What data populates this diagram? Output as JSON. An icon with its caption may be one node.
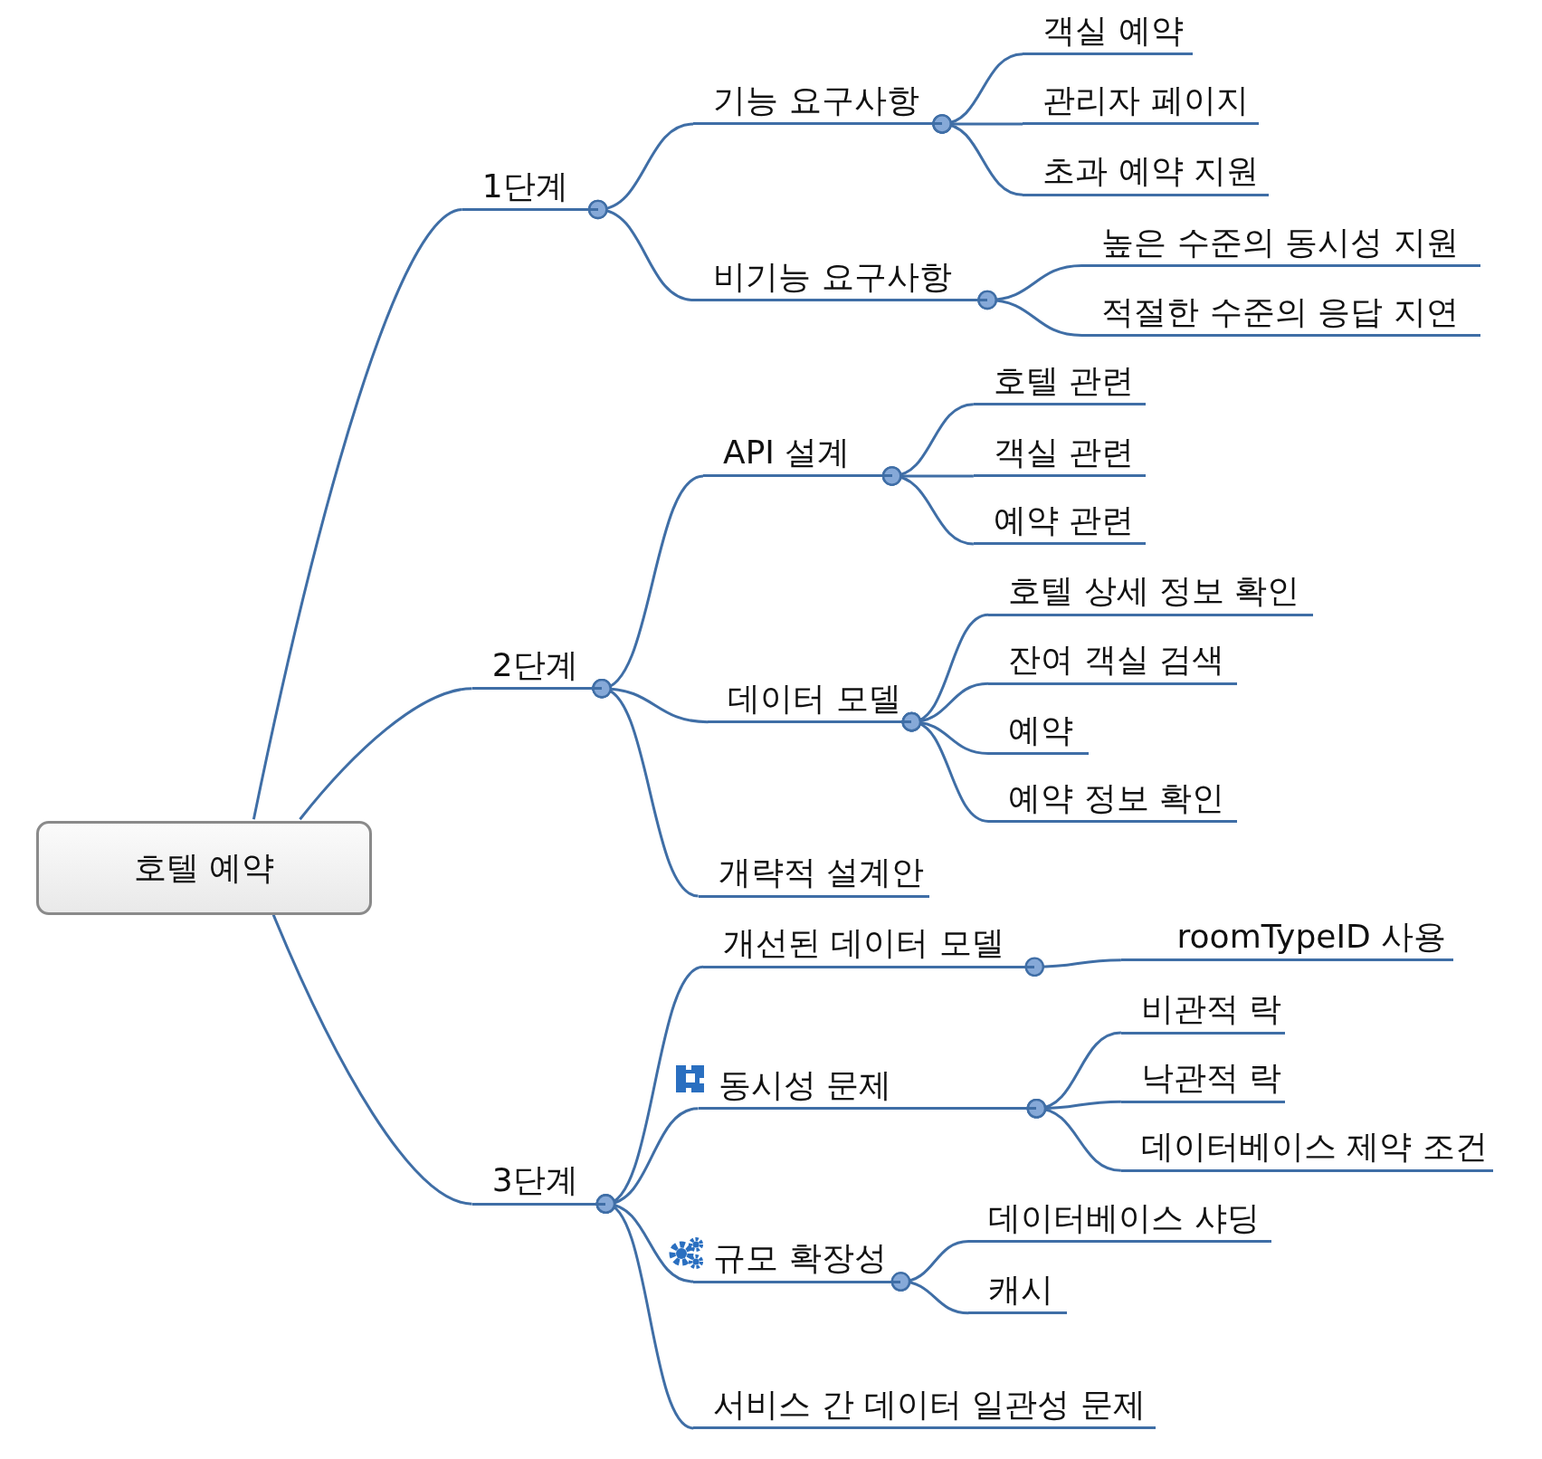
{
  "diagram": {
    "nodes": [
      {
        "text": [
          "호텔 예약"
        ]
      },
      {
        "text": [
          "1단계"
        ]
      },
      {
        "text": [
          "기능 요구사항"
        ]
      },
      {
        "text": [
          "객실 예약"
        ]
      },
      {
        "text": [
          "관리자 페이지"
        ]
      },
      {
        "text": [
          "초과 예약 지원"
        ]
      },
      {
        "text": [
          "비기능 요구사항"
        ]
      },
      {
        "text": [
          "높은 수준의 동시성 지원"
        ]
      },
      {
        "text": [
          "적절한 수준의 응답 지연"
        ]
      },
      {
        "text": [
          "2단계"
        ]
      },
      {
        "text": [
          "API 설계"
        ]
      },
      {
        "text": [
          "호텔 관련"
        ]
      },
      {
        "text": [
          "객실 관련"
        ]
      },
      {
        "text": [
          "예약 관련"
        ]
      },
      {
        "text": [
          "데이터 모델"
        ]
      },
      {
        "text": [
          "호텔 상세 정보 확인"
        ]
      },
      {
        "text": [
          "잔여 객실 검색"
        ]
      },
      {
        "text": [
          "예약"
        ]
      },
      {
        "text": [
          "예약 정보 확인"
        ]
      },
      {
        "text": [
          "개략적 설계안"
        ]
      },
      {
        "text": [
          "3단계"
        ]
      },
      {
        "text": [
          "개선된 데이터 모델"
        ]
      },
      {
        "text": [
          "roomTypeID 사용"
        ]
      },
      {
        "text": [
          "동시성 문제"
        ]
      },
      {
        "text": [
          "비관적 락"
        ]
      },
      {
        "text": [
          "낙관적 락"
        ]
      },
      {
        "text": [
          "데이터베이스 제약 조건"
        ]
      },
      {
        "text": [
          "규모 확장성"
        ]
      },
      {
        "text": [
          "데이터베이스 샤딩"
        ]
      },
      {
        "text": [
          "캐시"
        ]
      },
      {
        "text": [
          "서비스 간 데이터 일관성 문제"
        ]
      }
    ],
    "edges": [
      {
        "from": 0,
        "to": 1,
        "arrow": "none"
      },
      {
        "from": 1,
        "to": 2,
        "arrow": "other"
      },
      {
        "from": 2,
        "to": 3,
        "arrow": "other"
      },
      {
        "from": 2,
        "to": 4,
        "arrow": "other"
      },
      {
        "from": 2,
        "to": 5,
        "arrow": "other"
      },
      {
        "from": 1,
        "to": 6,
        "arrow": "other"
      },
      {
        "from": 6,
        "to": 7,
        "arrow": "other"
      },
      {
        "from": 6,
        "to": 8,
        "arrow": "other"
      },
      {
        "from": 0,
        "to": 9,
        "arrow": "none"
      },
      {
        "from": 9,
        "to": 10,
        "arrow": "other"
      },
      {
        "from": 10,
        "to": 11,
        "arrow": "other"
      },
      {
        "from": 10,
        "to": 12,
        "arrow": "other"
      },
      {
        "from": 10,
        "to": 13,
        "arrow": "other"
      },
      {
        "from": 9,
        "to": 14,
        "arrow": "other"
      },
      {
        "from": 14,
        "to": 15,
        "arrow": "other"
      },
      {
        "from": 14,
        "to": 16,
        "arrow": "other"
      },
      {
        "from": 14,
        "to": 17,
        "arrow": "other"
      },
      {
        "from": 14,
        "to": 18,
        "arrow": "other"
      },
      {
        "from": 9,
        "to": 19,
        "arrow": "other"
      },
      {
        "from": 0,
        "to": 20,
        "arrow": "none"
      },
      {
        "from": 20,
        "to": 21,
        "arrow": "other"
      },
      {
        "from": 21,
        "to": 22,
        "arrow": "other"
      },
      {
        "from": 20,
        "to": 23,
        "arrow": "other"
      },
      {
        "from": 23,
        "to": 24,
        "arrow": "other"
      },
      {
        "from": 23,
        "to": 25,
        "arrow": "other"
      },
      {
        "from": 23,
        "to": 26,
        "arrow": "other"
      },
      {
        "from": 20,
        "to": 27,
        "arrow": "other"
      },
      {
        "from": 27,
        "to": 28,
        "arrow": "other"
      },
      {
        "from": 27,
        "to": 29,
        "arrow": "other"
      },
      {
        "from": 20,
        "to": 30,
        "arrow": "other"
      }
    ]
  }
}
